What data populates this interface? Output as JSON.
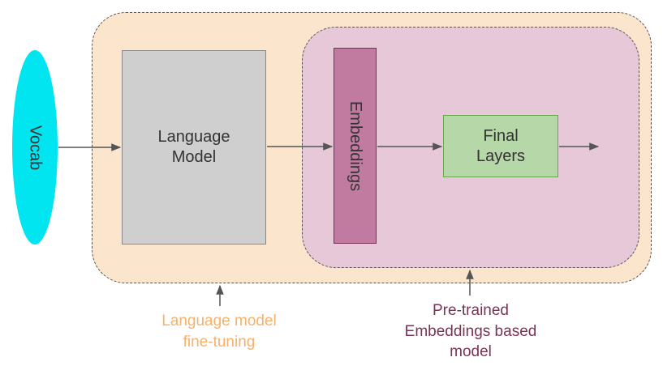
{
  "nodes": {
    "vocab": "Vocab",
    "language_model": [
      "Language",
      "Model"
    ],
    "embeddings": "Embeddings",
    "final_layers": [
      "Final",
      "Layers"
    ]
  },
  "groups": {
    "finetune_label": [
      "Language model",
      "fine-tuning"
    ],
    "pretrained_label": [
      "Pre-trained",
      "Embeddings based",
      "model"
    ]
  },
  "colors": {
    "outer_group": "#fbe5cd",
    "inner_group": "#e6c8d9",
    "vocab": "#00e5f0",
    "language_model": "#cfcfcf",
    "embeddings": "#c27ba0",
    "final_layers": "#b6d7a8",
    "finetune_label": "#f6b26b",
    "pretrained_label": "#7b3355"
  }
}
